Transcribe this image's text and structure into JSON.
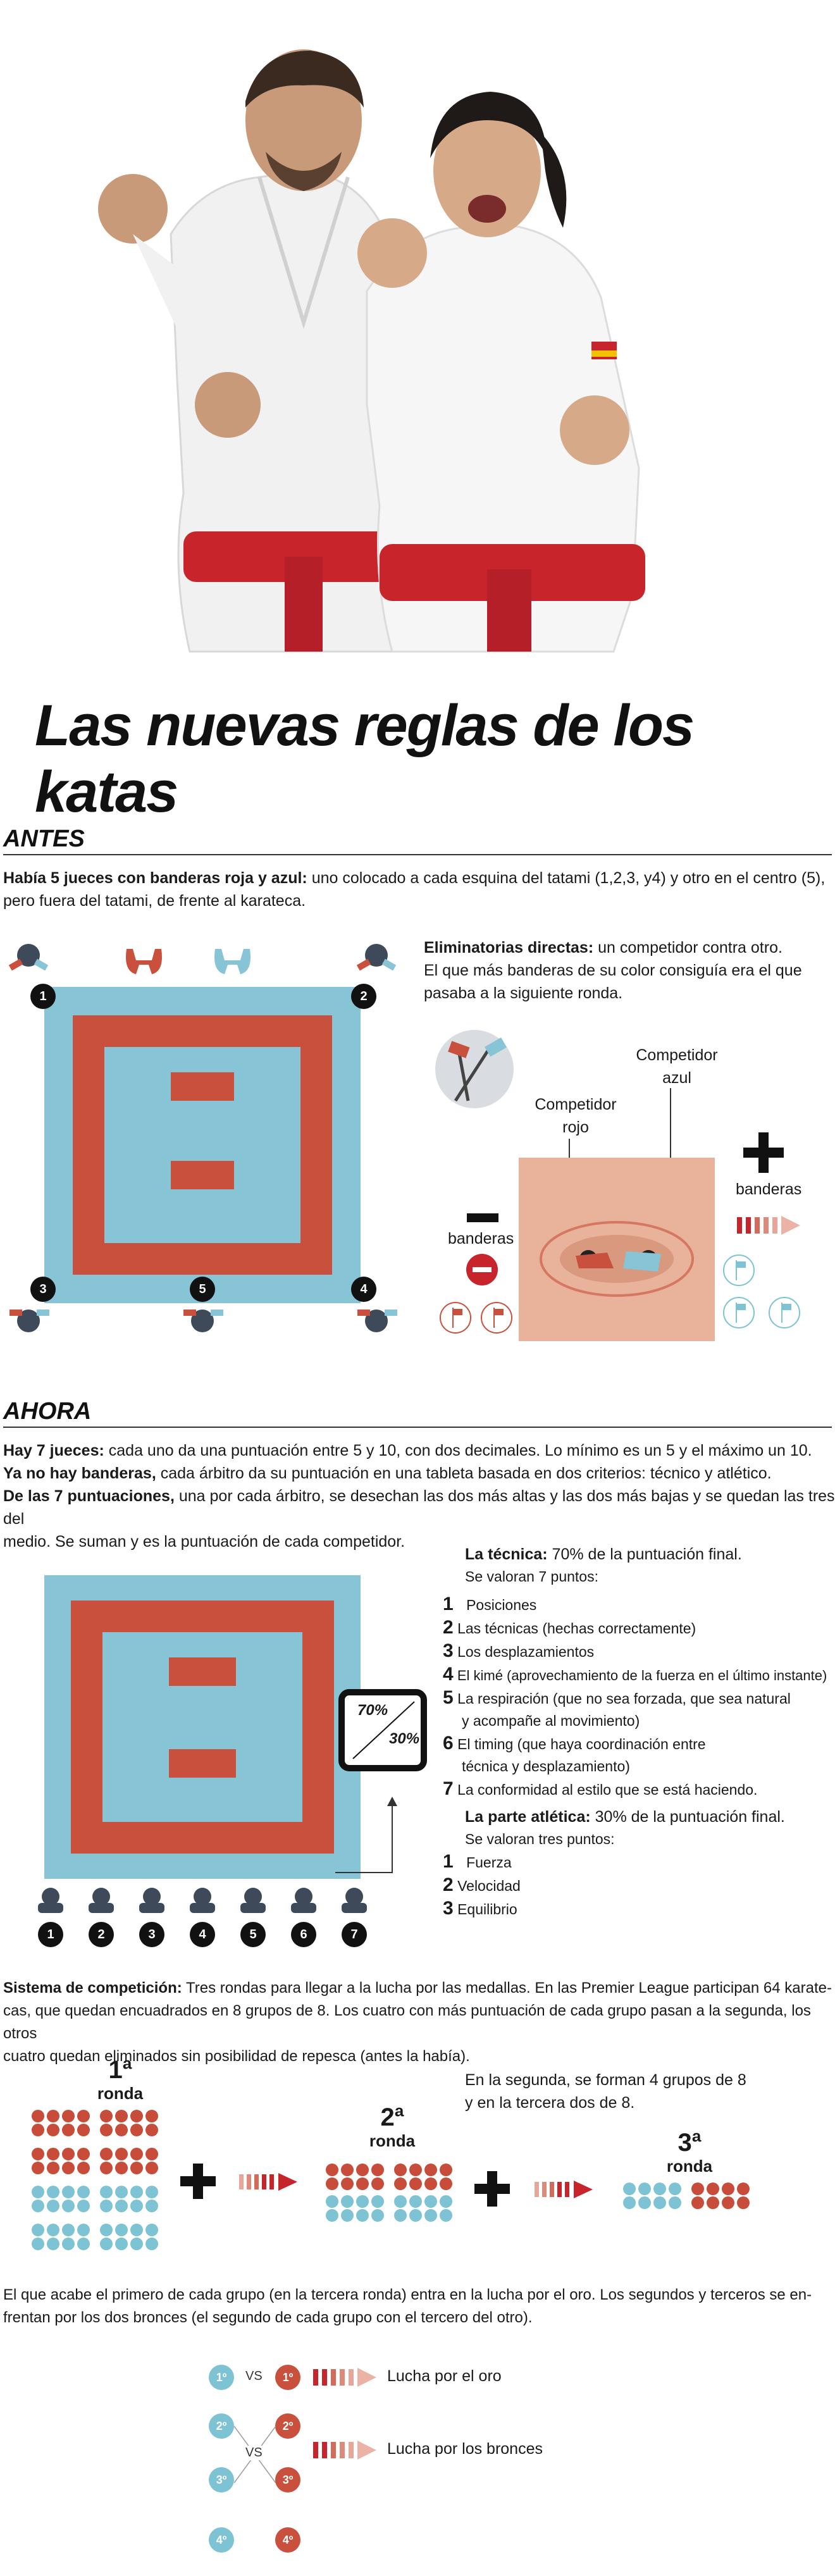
{
  "title": "Las nuevas reglas de los katas",
  "antes": {
    "label": "ANTES",
    "intro_bold": "Había 5 jueces con banderas roja y azul:",
    "intro_line1": " uno colocado a cada esquina del tatami (1,2,3, y4) y otro en el centro (5),",
    "intro_line2": "pero fuera del tatami, de frente al karateca.",
    "judges": [
      "1",
      "2",
      "3",
      "4",
      "5"
    ],
    "elim_bold": "Eliminatorias directas:",
    "elim_line1": " un competidor contra otro.",
    "elim_line2": "El que más banderas de su color consiguía era el que",
    "elim_line3": "pasaba a la siguiente ronda.",
    "comp_red_line1": "Competidor",
    "comp_red_line2": "rojo",
    "comp_blue_line1": "Competidor",
    "comp_blue_line2": "azul",
    "minus_label": "banderas",
    "plus_label": "banderas"
  },
  "ahora": {
    "label": "AHORA",
    "line1_bold": "Hay 7 jueces:",
    "line1": " cada uno da una puntuación entre 5 y 10, con dos decimales. Lo mínimo es un 5 y el máximo un 10.",
    "line2_bold": "Ya no hay banderas,",
    "line2": " cada árbitro da su puntuación en una tableta basada en dos criterios: técnico y atlético.",
    "line3_bold": "De las 7 puntuaciones,",
    "line3": " una por cada árbitro, se desechan las dos más altas y las dos más bajas y se quedan las tres del",
    "line4": "medio. Se suman y es la puntuación de cada competidor.",
    "judges": [
      "1",
      "2",
      "3",
      "4",
      "5",
      "6",
      "7"
    ],
    "pct_tech": "70%",
    "pct_ath": "30%",
    "tech_bold": "La técnica:",
    "tech_rest": " 70% de la puntuación final.",
    "tech_sub": "Se valoran 7 puntos:",
    "tech_items": [
      {
        "n": "1",
        "lines": [
          "Posiciones"
        ]
      },
      {
        "n": "2",
        "lines": [
          "Las técnicas (hechas correctamente)"
        ]
      },
      {
        "n": "3",
        "lines": [
          "Los desplazamientos"
        ]
      },
      {
        "n": "4",
        "lines": [
          "El kimé (aprovechamiento de la fuerza en el último instante)"
        ]
      },
      {
        "n": "5",
        "lines": [
          "La respiración (que no sea forzada, que sea natural",
          "y acompañe al movimiento)"
        ]
      },
      {
        "n": "6",
        "lines": [
          "El timing (que haya coordinación entre",
          "técnica y desplazamiento)"
        ]
      },
      {
        "n": "7",
        "lines": [
          "La conformidad al estilo que se está haciendo."
        ]
      }
    ],
    "ath_bold": "La parte atlética:",
    "ath_rest": " 30% de la puntuación final.",
    "ath_sub": "Se valoran tres puntos:",
    "ath_items": [
      {
        "n": "1",
        "text": "Fuerza"
      },
      {
        "n": "2",
        "text": "Velocidad"
      },
      {
        "n": "3",
        "text": "Equilibrio"
      }
    ]
  },
  "sistema": {
    "bold": "Sistema de competición:",
    "line1": " Tres rondas para llegar a la lucha por las medallas. En las Premier League participan 64 karate-",
    "line2": "cas, que quedan encuadrados en 8 grupos de 8. Los cuatro con más puntuación de cada grupo pasan a la segunda, los otros",
    "line3": "cuatro quedan eliminados sin posibilidad de repesca (antes la había).",
    "round1_num": "1ª",
    "round1_word": "ronda",
    "round2_num": "2ª",
    "round2_word": "ronda",
    "round3_num": "3ª",
    "round3_word": "ronda",
    "note_line1": "En la segunda, se forman 4 grupos de 8",
    "note_line2": "y en la tercera dos de 8."
  },
  "final": {
    "line1": "El que acabe el primero de cada grupo (en la tercera ronda) entra en la lucha por el oro. Los segundos y terceros se en-",
    "line2": "frentan por los dos bronces (el segundo de cada grupo con el tercero del otro).",
    "vs": "VS",
    "places": [
      "1º",
      "2º",
      "3º",
      "4º"
    ],
    "gold": "Lucha por el oro",
    "bronze": "Lucha por los bronces"
  },
  "colors": {
    "red": "#c84c3a",
    "blue": "#7ec3d4",
    "mat_blue": "#86c4d6",
    "mat_red": "#c9503c",
    "dark": "#1a1a1a"
  }
}
